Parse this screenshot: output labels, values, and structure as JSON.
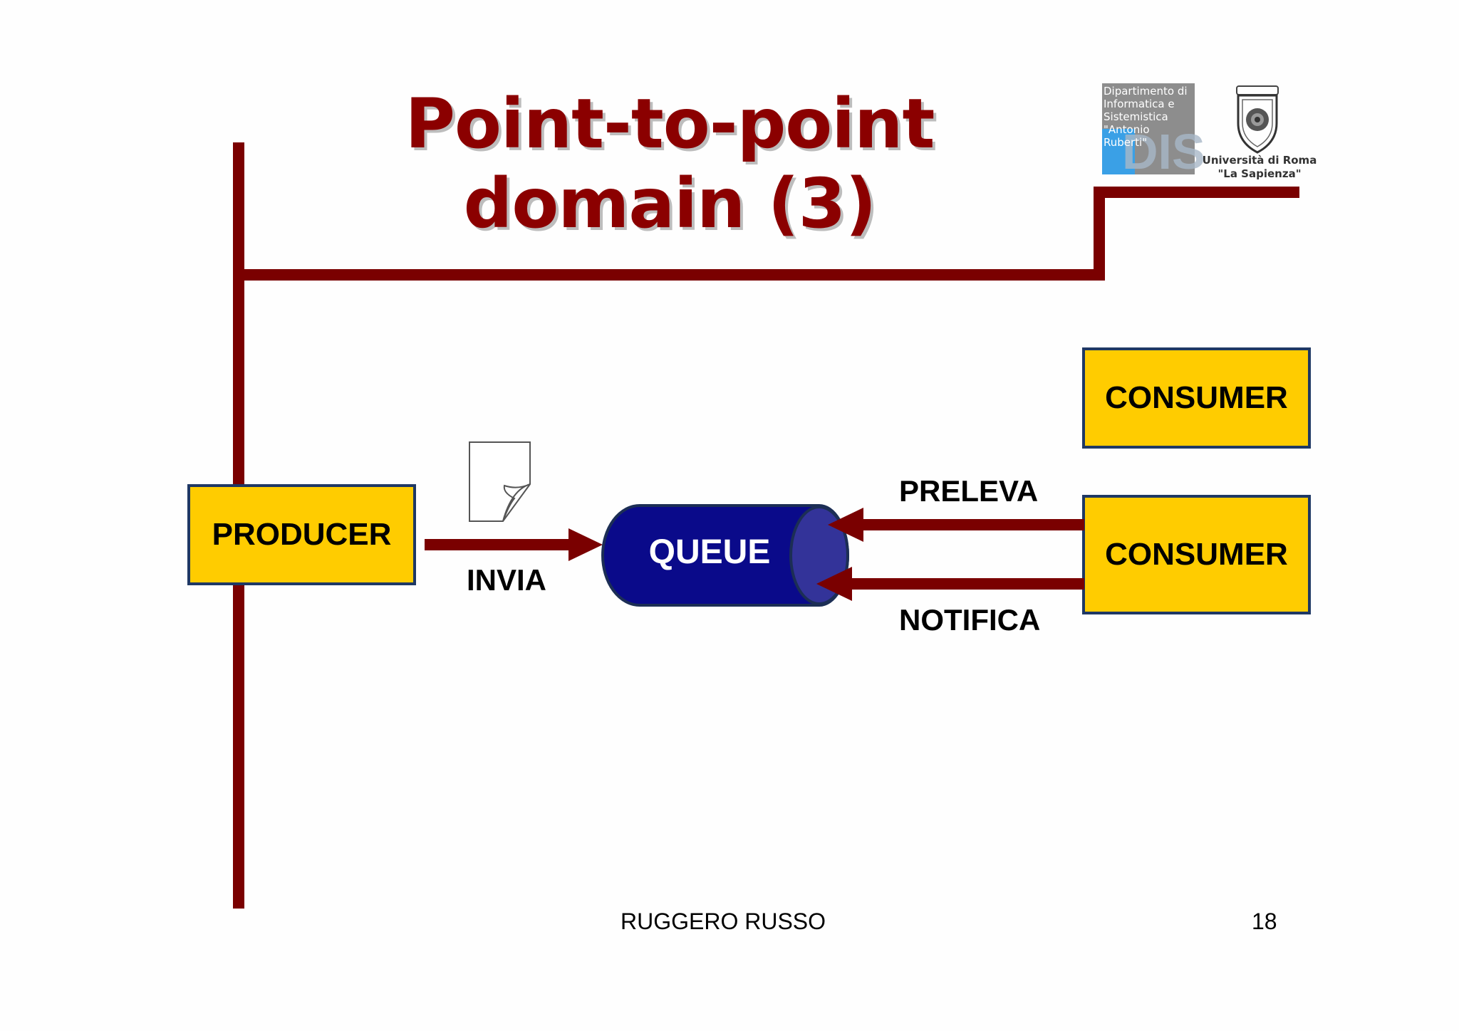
{
  "title": "Point-to-point domain (3)",
  "logos": {
    "department": "Dipartimento di\nInformatica e\nSistemistica\n\"Antonio Ruberti\"",
    "department_mark": "DIS",
    "university": "Università di Roma\n\"La Sapienza\""
  },
  "diagram": {
    "producer": "PRODUCER",
    "queue": "QUEUE",
    "consumer_top": "CONSUMER",
    "consumer_bottom": "CONSUMER",
    "send_label": "INVIA",
    "fetch_label": "PRELEVA",
    "notify_label": "NOTIFICA"
  },
  "footer": {
    "author": "RUGGERO RUSSO",
    "page_number": "18"
  },
  "colors": {
    "accent": "#7a0000",
    "box_fill": "#ffcc00",
    "box_border": "#1f3864",
    "queue_fill": "#0a0a8a"
  }
}
